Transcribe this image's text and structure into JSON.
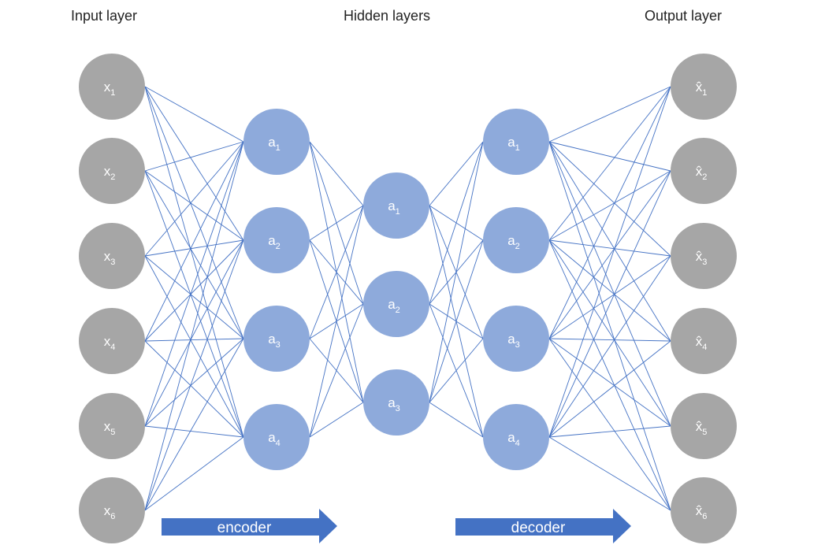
{
  "titles": {
    "input": "Input layer",
    "hidden": "Hidden layers",
    "output": "Output layer"
  },
  "colors": {
    "input_node": "#a6a6a6",
    "hidden_node": "#8eaadb",
    "output_node": "#a6a6a6",
    "edge": "#4472c4",
    "arrow": "#4472c4"
  },
  "layers": [
    {
      "id": "input",
      "nodes": [
        {
          "base": "x",
          "sub": "1"
        },
        {
          "base": "x",
          "sub": "2"
        },
        {
          "base": "x",
          "sub": "3"
        },
        {
          "base": "x",
          "sub": "4"
        },
        {
          "base": "x",
          "sub": "5"
        },
        {
          "base": "x",
          "sub": "6"
        }
      ]
    },
    {
      "id": "hidden1",
      "nodes": [
        {
          "base": "a",
          "sub": "1"
        },
        {
          "base": "a",
          "sub": "2"
        },
        {
          "base": "a",
          "sub": "3"
        },
        {
          "base": "a",
          "sub": "4"
        }
      ]
    },
    {
      "id": "bottleneck",
      "nodes": [
        {
          "base": "a",
          "sub": "1"
        },
        {
          "base": "a",
          "sub": "2"
        },
        {
          "base": "a",
          "sub": "3"
        }
      ]
    },
    {
      "id": "hidden3",
      "nodes": [
        {
          "base": "a",
          "sub": "1"
        },
        {
          "base": "a",
          "sub": "2"
        },
        {
          "base": "a",
          "sub": "3"
        },
        {
          "base": "a",
          "sub": "4"
        }
      ]
    },
    {
      "id": "output",
      "nodes": [
        {
          "base": "x̂",
          "sub": "1"
        },
        {
          "base": "x̂",
          "sub": "2"
        },
        {
          "base": "x̂",
          "sub": "3"
        },
        {
          "base": "x̂",
          "sub": "4"
        },
        {
          "base": "x̂",
          "sub": "5"
        },
        {
          "base": "x̂",
          "sub": "6"
        }
      ]
    }
  ],
  "arrows": {
    "encoder": "encoder",
    "decoder": "decoder"
  }
}
